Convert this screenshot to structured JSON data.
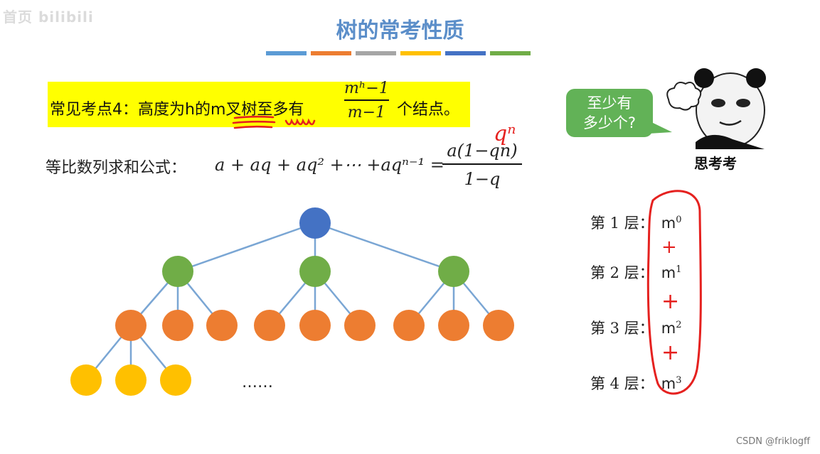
{
  "watermark": "首页  bilibili",
  "title": "树的常考性质",
  "accent_bars": [
    "#5b9bd5",
    "#ed7d31",
    "#a5a5a5",
    "#ffc000",
    "#4472c4",
    "#70ad47"
  ],
  "key_point": {
    "prefix": "常见考点4：高度为h的m叉树至多有",
    "fraction_numerator": "mʰ−1",
    "fraction_denominator": "m−1",
    "suffix": "个结点。",
    "highlight_color": "#ffff00"
  },
  "handwritten": {
    "q_n": "qⁿ",
    "plus_signs": [
      "+",
      "+",
      "+"
    ],
    "ink_color": "#e5211f"
  },
  "geometric": {
    "label": "等比数列求和公式：",
    "expression": "a + aq + aq² +⋯ +aqⁿ⁻¹ =",
    "numerator": "a(1−qn)",
    "denominator": "1−q"
  },
  "speech_bubble": {
    "line1": "至少有",
    "line2": "多少个?",
    "color": "#62b257"
  },
  "meme_label": "思考考",
  "layers": [
    {
      "label": "第 1 层：",
      "power": "m",
      "exp": "0"
    },
    {
      "label": "第 2 层：",
      "power": "m",
      "exp": "1"
    },
    {
      "label": "第 3 层：",
      "power": "m",
      "exp": "2"
    },
    {
      "label": "第 4 层：",
      "power": "m",
      "exp": "3"
    }
  ],
  "tree": {
    "ellipsis": "……",
    "colors": {
      "root": "#4472c4",
      "level2": "#70ad47",
      "level3": "#ed7d31",
      "level4": "#ffc000",
      "edge": "#7aa6d4"
    }
  },
  "credit": "CSDN @friklogff"
}
